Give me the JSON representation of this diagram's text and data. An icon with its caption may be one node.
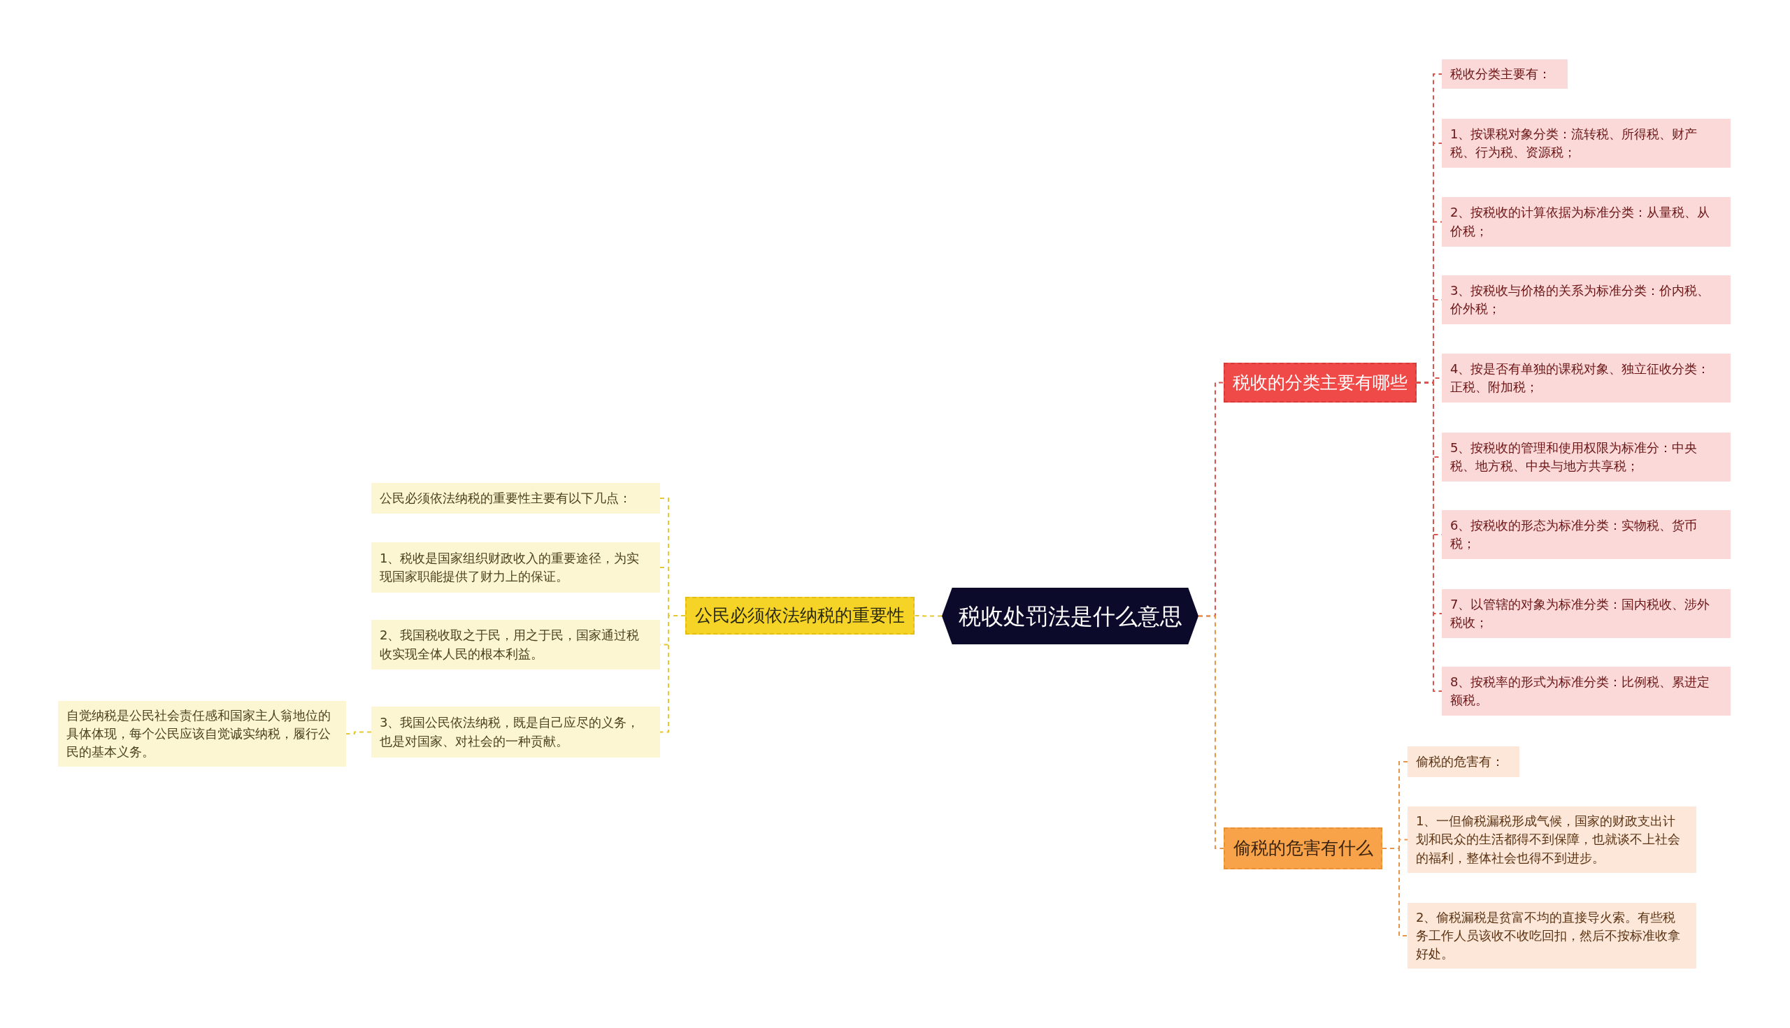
{
  "diagram": {
    "nodes": [
      {
        "text": [
          "税收处罚法是什么意思"
        ]
      },
      {
        "text": [
          "公民必须依法纳税的重要性"
        ]
      },
      {
        "text": [
          "公民必须依法纳税的重要性主要有以下几点："
        ]
      },
      {
        "text": [
          "1、税收是国家组织财政收入的重要途径，为实现国家职能提供了财力上的保证。"
        ]
      },
      {
        "text": [
          "2、我国税收取之于民，用之于民，国家通过税收实现全体人民的根本利益。"
        ]
      },
      {
        "text": [
          "3、我国公民依法纳税，既是自己应尽的义务，也是对国家、对社会的一种贡献。"
        ]
      },
      {
        "text": [
          "自觉纳税是公民社会责任感和国家主人翁地位的具体体现，每个公民应该自觉诚实纳税，履行公民的基本义务。"
        ]
      },
      {
        "text": [
          "税收的分类主要有哪些"
        ]
      },
      {
        "text": [
          "税收分类主要有："
        ]
      },
      {
        "text": [
          "1、按课税对象分类：流转税、所得税、财产税、行为税、资源税；"
        ]
      },
      {
        "text": [
          "2、按税收的计算依据为标准分类：从量税、从价税；"
        ]
      },
      {
        "text": [
          "3、按税收与价格的关系为标准分类：价内税、价外税；"
        ]
      },
      {
        "text": [
          "4、按是否有单独的课税对象、独立征收分类：正税、附加税；"
        ]
      },
      {
        "text": [
          "5、按税收的管理和使用权限为标准分：中央税、地方税、中央与地方共享税；"
        ]
      },
      {
        "text": [
          "6、按税收的形态为标准分类：实物税、货币税；"
        ]
      },
      {
        "text": [
          "7、以管辖的对象为标准分类：国内税收、涉外税收；"
        ]
      },
      {
        "text": [
          "8、按税率的形式为标准分类：比例税、累进定额税。"
        ]
      },
      {
        "text": [
          "偷税的危害有什么"
        ]
      },
      {
        "text": [
          "偷税的危害有："
        ]
      },
      {
        "text": [
          "1、一但偷税漏税形成气候，国家的财政支出计划和民众的生活都得不到保障，也就谈不上社会的福利，整体社会也得不到进步。"
        ]
      },
      {
        "text": [
          "2、偷税漏税是贫富不均的直接导火索。有些税务工作人员该收不收吃回扣，然后不按标准收拿好处。"
        ]
      }
    ],
    "edges": [
      {
        "from": 0,
        "to": 1,
        "arrow": "none",
        "style": "dashed",
        "color": "#e6c832"
      },
      {
        "from": 1,
        "to": 2,
        "arrow": "none",
        "style": "dashed",
        "color": "#e6c832"
      },
      {
        "from": 1,
        "to": 3,
        "arrow": "none",
        "style": "dashed",
        "color": "#e6c832"
      },
      {
        "from": 1,
        "to": 4,
        "arrow": "none",
        "style": "dashed",
        "color": "#e6c832"
      },
      {
        "from": 1,
        "to": 5,
        "arrow": "none",
        "style": "dashed",
        "color": "#e6c832"
      },
      {
        "from": 5,
        "to": 6,
        "arrow": "none",
        "style": "dashed",
        "color": "#e6c832"
      },
      {
        "from": 0,
        "to": 7,
        "arrow": "none",
        "style": "dashed"
      },
      {
        "from": 7,
        "to": 8,
        "arrow": "none",
        "style": "dashed"
      },
      {
        "from": 7,
        "to": 9,
        "arrow": "none",
        "style": "dashed"
      },
      {
        "from": 7,
        "to": 10,
        "arrow": "none",
        "style": "dashed"
      },
      {
        "from": 7,
        "to": 11,
        "arrow": "none",
        "style": "dashed"
      },
      {
        "from": 7,
        "to": 12,
        "arrow": "none",
        "style": "dashed"
      },
      {
        "from": 7,
        "to": 13,
        "arrow": "none",
        "style": "dashed"
      },
      {
        "from": 7,
        "to": 14,
        "arrow": "none",
        "style": "dashed"
      },
      {
        "from": 7,
        "to": 15,
        "arrow": "none",
        "style": "dashed"
      },
      {
        "from": 7,
        "to": 16,
        "arrow": "none",
        "style": "dashed"
      },
      {
        "from": 0,
        "to": 17,
        "arrow": "none",
        "style": "dashed",
        "color": "#e8954a"
      },
      {
        "from": 17,
        "to": 18,
        "arrow": "none",
        "style": "dashed",
        "color": "#e8954a"
      },
      {
        "from": 17,
        "to": 19,
        "arrow": "none",
        "style": "dashed",
        "color": "#e8954a"
      },
      {
        "from": 17,
        "to": 20,
        "arrow": "none",
        "style": "dashed",
        "color": "#e8954a"
      }
    ]
  }
}
